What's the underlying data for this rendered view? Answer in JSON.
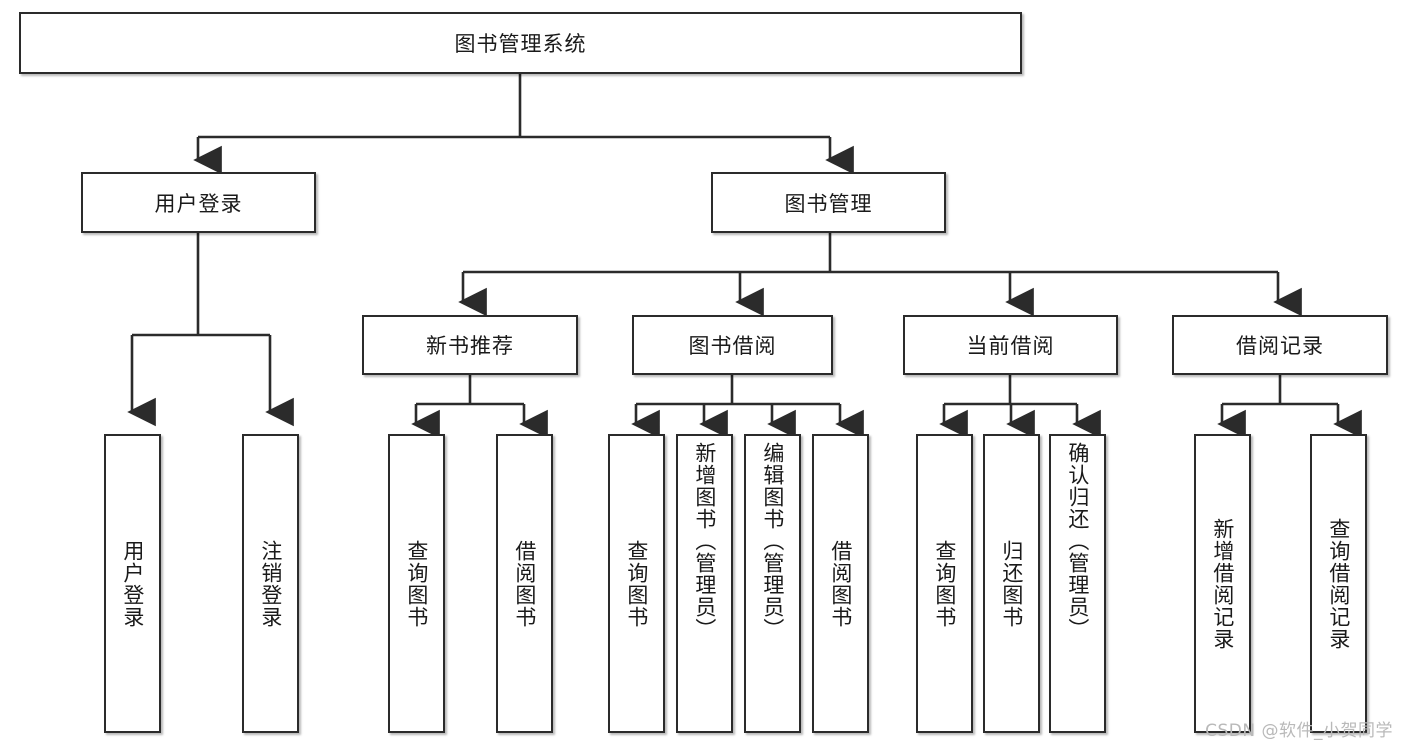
{
  "diagram": {
    "title": "图书管理系统",
    "type": "hierarchy-tree",
    "watermark": "CSDN @软件_小贺同学",
    "colors": {
      "box_border": "#2b2b2b",
      "box_fill": "#ffffff",
      "edge": "#2b2b2b",
      "text": "#1a1a1a",
      "watermark": "#b9b9b9"
    },
    "root": {
      "label": "图书管理系统"
    },
    "level1": [
      {
        "label": "用户登录"
      },
      {
        "label": "图书管理"
      }
    ],
    "level2": [
      {
        "label": "新书推荐"
      },
      {
        "label": "图书借阅"
      },
      {
        "label": "当前借阅"
      },
      {
        "label": "借阅记录"
      }
    ],
    "leaves": {
      "user_login": [
        {
          "label": "用户登录"
        },
        {
          "label": "注销登录"
        }
      ],
      "new_book": [
        {
          "label": "查询图书"
        },
        {
          "label": "借阅图书"
        }
      ],
      "book_borrow": [
        {
          "label": "查询图书"
        },
        {
          "label": "新增图书（管理员）"
        },
        {
          "label": "编辑图书（管理员）"
        },
        {
          "label": "借阅图书"
        }
      ],
      "current_borrow": [
        {
          "label": "查询图书"
        },
        {
          "label": "归还图书"
        },
        {
          "label": "确认归还（管理员）"
        }
      ],
      "borrow_record": [
        {
          "label": "新增借阅记录"
        },
        {
          "label": "查询借阅记录"
        }
      ]
    }
  }
}
